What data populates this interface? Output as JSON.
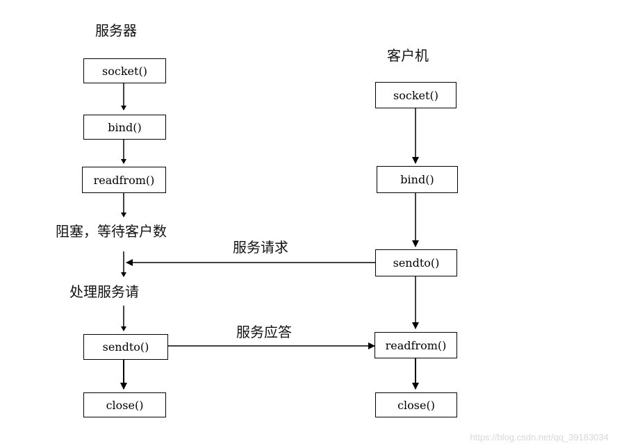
{
  "server": {
    "title": "服务器",
    "steps": {
      "socket": "socket()",
      "bind": "bind()",
      "readfrom": "readfrom()",
      "sendto": "sendto()",
      "close": "close()"
    },
    "notes": {
      "block": "阻塞，等待客户数",
      "process": "处理服务请"
    }
  },
  "client": {
    "title": "客户机",
    "steps": {
      "socket": "socket()",
      "bind": "bind()",
      "sendto": "sendto()",
      "readfrom": "readfrom()",
      "close": "close()"
    }
  },
  "messages": {
    "request": "服务请求",
    "response": "服务应答"
  },
  "watermark": "https://blog.csdn.net/qq_39183034"
}
